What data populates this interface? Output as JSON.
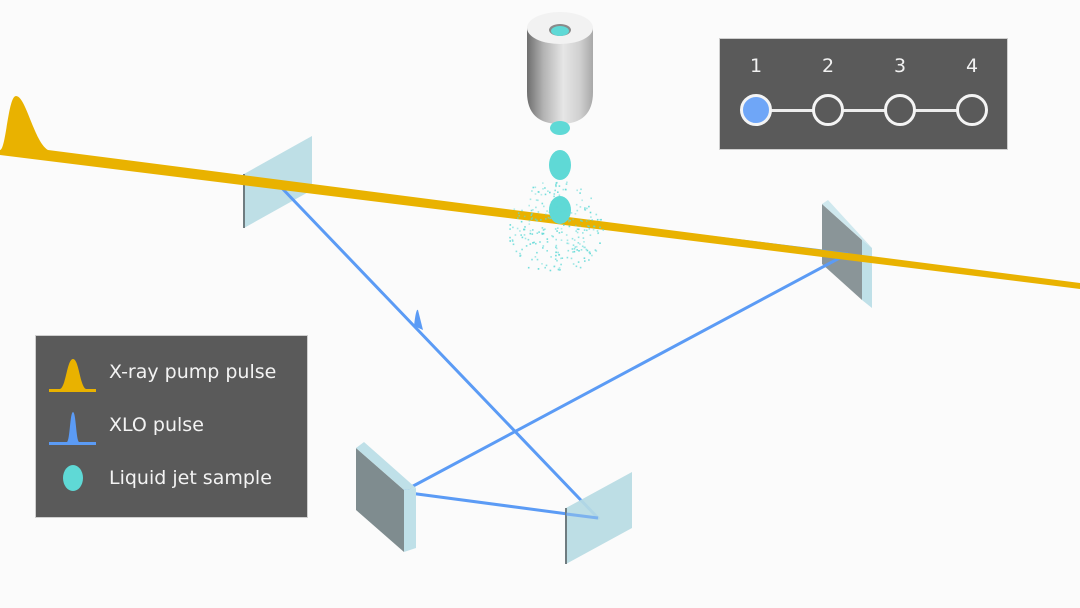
{
  "diagram": {
    "title_hidden": "",
    "colors": {
      "background": "#fbfbfb",
      "xray_pump": "#e9b200",
      "xlo": "#5b9bf5",
      "liquid_jet": "#5fd9d6",
      "mirror_face": "#b7dbe3",
      "mirror_side": "#7f8c8f",
      "panel_bg": "#5a5a5a",
      "step_active": "#6fa6f7"
    },
    "components": [
      "x-ray pump pulse beam",
      "XLO beam path",
      "liquid jet nozzle",
      "mirror 1",
      "mirror 2",
      "mirror 3",
      "mirror 4"
    ]
  },
  "stepper": {
    "active_step": 1,
    "steps": [
      {
        "label": "1"
      },
      {
        "label": "2"
      },
      {
        "label": "3"
      },
      {
        "label": "4"
      }
    ]
  },
  "legend": {
    "items": [
      {
        "label": "X-ray pump pulse",
        "icon": "xray-pump-pulse-icon"
      },
      {
        "label": "XLO pulse",
        "icon": "xlo-pulse-icon"
      },
      {
        "label": "Liquid jet sample",
        "icon": "liquid-jet-icon"
      }
    ]
  }
}
